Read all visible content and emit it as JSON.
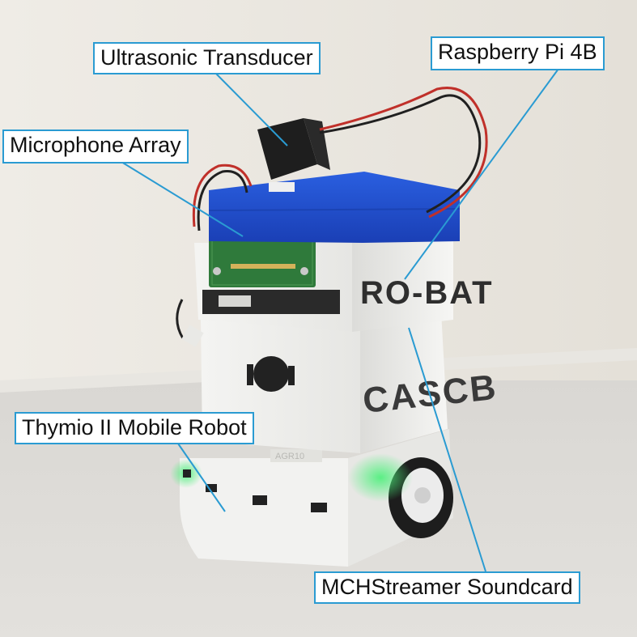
{
  "labels": {
    "ultrasonic": "Ultrasonic Transducer",
    "raspberry_pi": "Raspberry Pi 4B",
    "microphone": "Microphone Array",
    "thymio": "Thymio II Mobile Robot",
    "soundcard": "MCHStreamer Soundcard"
  },
  "case_text": {
    "upper": "RO-BAT",
    "lower": "CASCB",
    "base_tag": "AGR10"
  },
  "colors": {
    "callout_border": "#2a9bd2",
    "blue_lid": "#1f4fd1",
    "wall": "#ece9e3",
    "table": "#dddbd6",
    "pcb_green": "#2f7a3b",
    "led_green": "#4bf07a"
  }
}
